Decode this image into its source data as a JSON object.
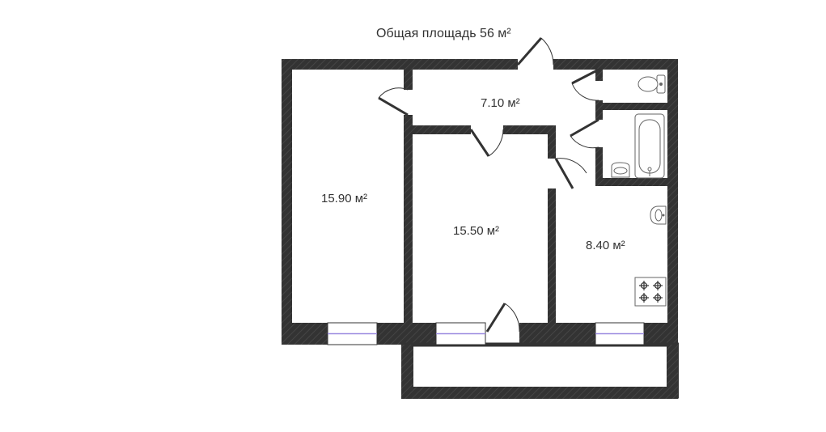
{
  "plan": {
    "total_area_label": "Общая площадь 56 м²",
    "rooms": {
      "hall": "7.10 м²",
      "room_left": "15.90 м²",
      "room_middle": "15.50 м²",
      "kitchen": "8.40 м²"
    }
  },
  "colors": {
    "wall": "#333333",
    "window_glass": "#9b8be0",
    "background": "#ffffff",
    "fixture_stroke": "#666666"
  },
  "icons": [
    "toilet-icon",
    "bathtub-icon",
    "sink-icon",
    "stove-icon",
    "door-swing-icon"
  ]
}
